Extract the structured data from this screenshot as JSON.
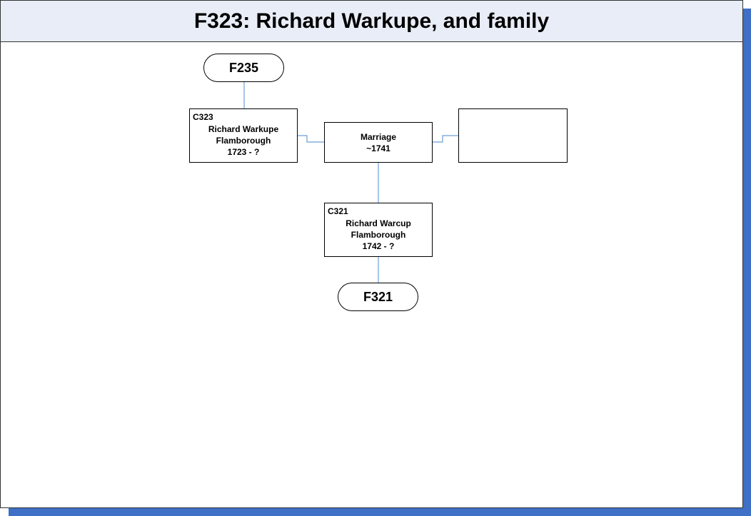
{
  "title": "F323: Richard Warkupe, and family",
  "colors": {
    "title_background": "#e8edf7",
    "shadow": "#3f6fc6",
    "connector": "#6a9fd6"
  },
  "parent_family_link": {
    "label": "F235"
  },
  "husband": {
    "code": "C323",
    "name": "Richard Warkupe",
    "place": "Flamborough",
    "dates": "1723 - ?"
  },
  "marriage": {
    "label": "Marriage",
    "date": "~1741"
  },
  "spouse": {
    "code": "",
    "name": "",
    "place": "",
    "dates": ""
  },
  "child": {
    "code": "C321",
    "name": "Richard Warcup",
    "place": "Flamborough",
    "dates": "1742 - ?"
  },
  "child_family_link": {
    "label": "F321"
  }
}
